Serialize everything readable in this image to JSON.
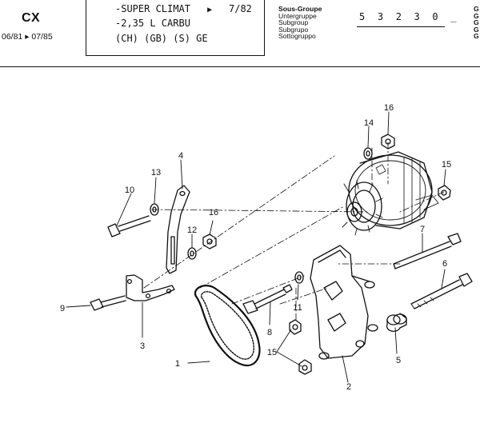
{
  "header": {
    "model": "CX",
    "dates": "06/81 ▸ 07/85",
    "spec_line_1": "-SUPER CLIMAT",
    "spec_arrow": "▶",
    "spec_date": "7/82",
    "spec_line_2": "-2,35 L CARBU",
    "spec_line_3": "(CH) (GB) (S) GE",
    "subgroup_labels": [
      "Sous-Groupe",
      "Untergruppe",
      "Subgroup",
      "Subgrupo",
      "Sottogruppo"
    ],
    "group_code": "5 3 2 3 0 _",
    "cutoff_column": [
      "G",
      "G",
      "G",
      "G",
      "G"
    ]
  },
  "callouts": [
    "1",
    "2",
    "3",
    "4",
    "5",
    "6",
    "7",
    "8",
    "9",
    "10",
    "11",
    "12",
    "13",
    "14",
    "15",
    "15",
    "16",
    "16"
  ],
  "colors": {
    "ink": "#111111",
    "paper": "#ffffff"
  }
}
